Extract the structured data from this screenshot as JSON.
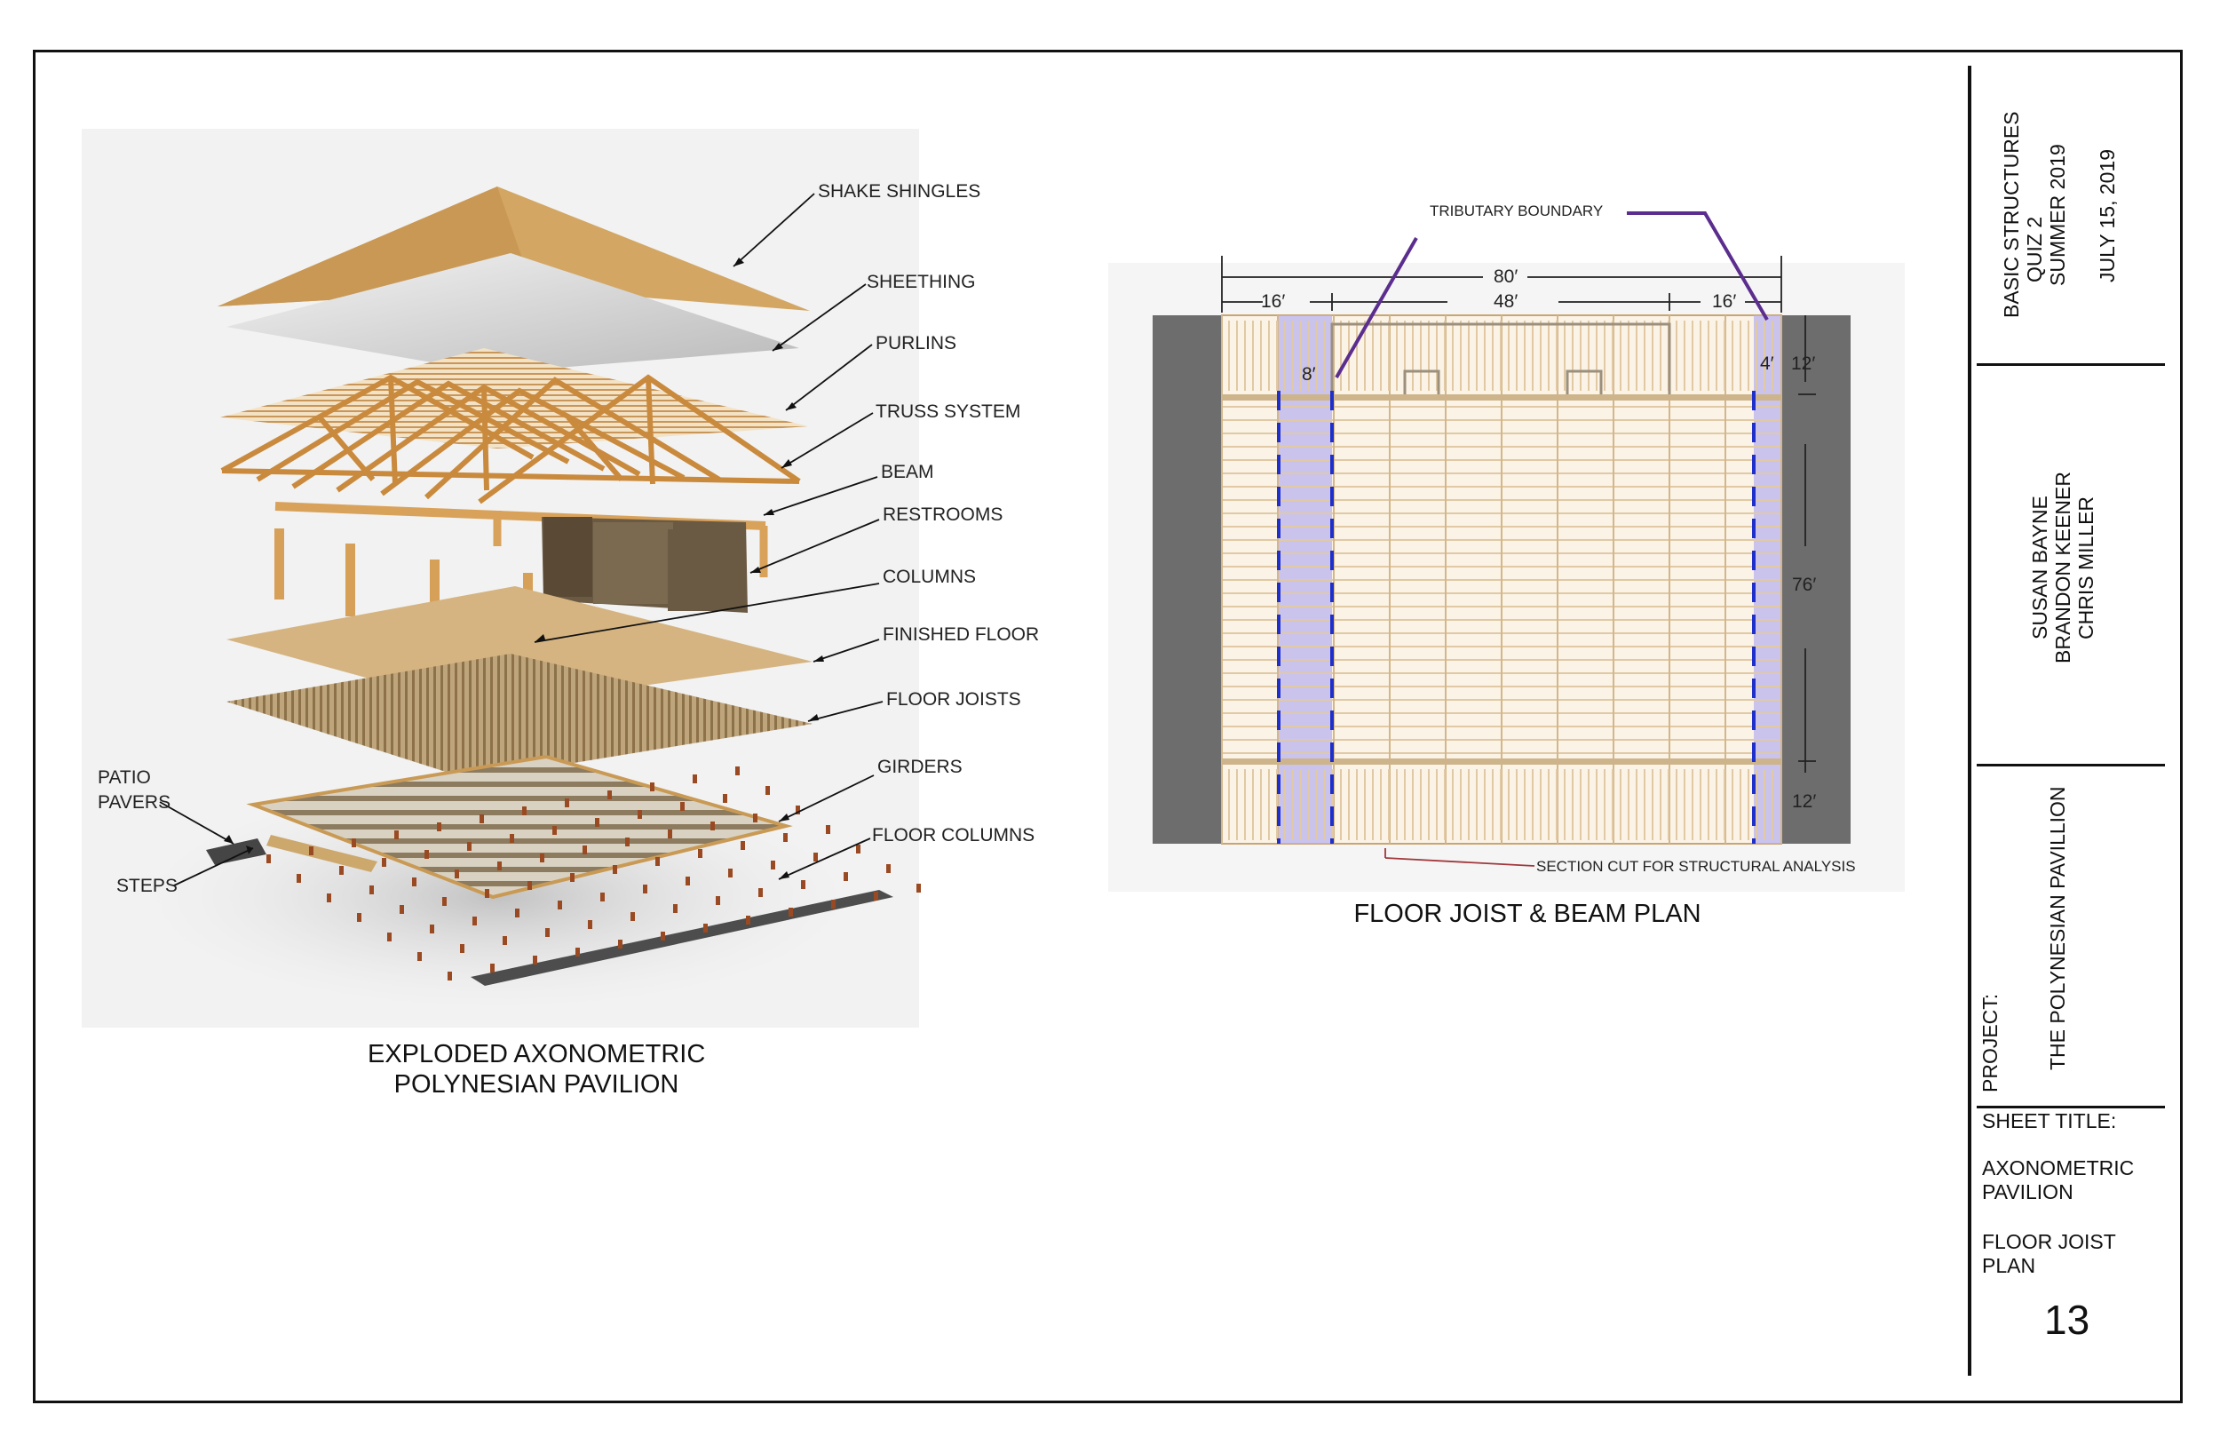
{
  "axon": {
    "labels": {
      "shake_shingles": "SHAKE SHINGLES",
      "sheething": "SHEETHING",
      "purlins": "PURLINS",
      "truss_system": "TRUSS SYSTEM",
      "beam": "BEAM",
      "restrooms": "RESTROOMS",
      "columns": "COLUMNS",
      "finished_floor": "FINISHED FLOOR",
      "floor_joists": "FLOOR JOISTS",
      "girders": "GIRDERS",
      "floor_columns": "FLOOR COLUMNS",
      "patio": "PATIO",
      "pavers": "PAVERS",
      "steps": "STEPS"
    },
    "caption_line1": "EXPLODED AXONOMETRIC",
    "caption_line2": "POLYNESIAN PAVILION"
  },
  "plan": {
    "tributary_boundary": "TRIBUTARY BOUNDARY",
    "dims": {
      "overall": "80′",
      "center": "48′",
      "left": "16′",
      "right": "16′",
      "trib_left": "8′",
      "trib_right": "4′",
      "top_bay": "12′",
      "mid_bay": "76′",
      "bottom_bay": "12′"
    },
    "section_cut": "SECTION CUT FOR STRUCTURAL ANALYSIS",
    "caption": "FLOOR JOIST & BEAM PLAN"
  },
  "title_block": {
    "course_line1": "BASIC STRUCTURES",
    "course_line2": "QUIZ 2",
    "course_line3": "SUMMER 2019",
    "date": "JULY 15, 2019",
    "author1": "SUSAN BAYNE",
    "author2": "BRANDON KEENER",
    "author3": "CHRIS MILLER",
    "project_label": "PROJECT:",
    "project_name": "THE POLYNESIAN PAVILLION",
    "sheet_title_label": "SHEET TITLE:",
    "sheet_title_1a": "AXONOMETRIC",
    "sheet_title_1b": "PAVILION",
    "sheet_title_2a": "FLOOR JOIST",
    "sheet_title_2b": "PLAN",
    "sheet_number": "13"
  },
  "colors": {
    "wood": "#d9a25a",
    "shingle": "#d7b06e",
    "tributary": "#b9b3ee",
    "dash_blue": "#1f2fc9",
    "leader_purple": "#5b2d8e",
    "side_gray": "#6b6b6b"
  }
}
